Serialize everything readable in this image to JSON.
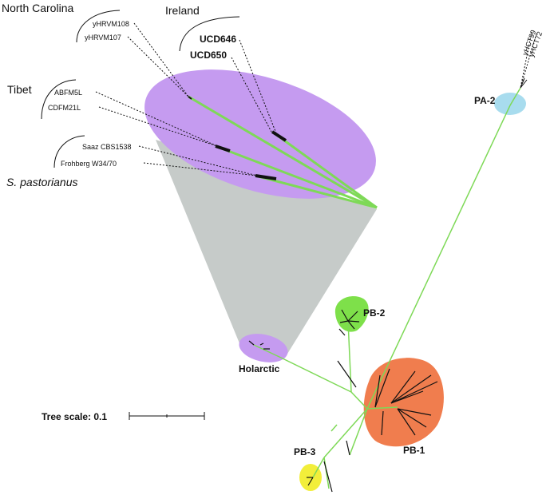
{
  "regions": {
    "north_carolina": "North Carolina",
    "ireland": "Ireland",
    "tibet": "Tibet",
    "s_pastorianus": "S. pastorianus"
  },
  "strains": {
    "yhrvm108": "yHRVM108",
    "yhrvm107": "yHRVM107",
    "ucd646": "UCD646",
    "ucd650": "UCD650",
    "abfm5l": "ABFM5L",
    "cdfm21l": "CDFM21L",
    "saaz": "Saaz CBS1538",
    "frohberg": "Frohberg W34/70",
    "yhct99": "yHCT99",
    "yhct72": "yHCT72"
  },
  "clades": {
    "pa2": "PA-2",
    "pb2": "PB-2",
    "pb1": "PB-1",
    "pb3": "PB-3",
    "holarctic": "Holarctic"
  },
  "scale": {
    "label": "Tree scale: 0.1"
  },
  "colors": {
    "holarctic": "#c59bf0",
    "pa2": "#a8dcee",
    "pb2": "#7ee04a",
    "pb1": "#f07d4e",
    "pb3": "#f2ee3a",
    "cone": "#c6cbc9",
    "branch": "#7ed957"
  }
}
